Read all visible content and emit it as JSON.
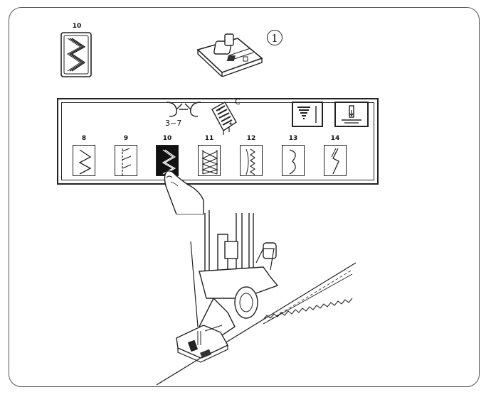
{
  "labels": {
    "selected_pattern_number": "10",
    "foot_number": "1",
    "stitch_width_range": "3~7",
    "needle_plate_letter": "C"
  },
  "patterns": [
    {
      "number": "8",
      "selected": false
    },
    {
      "number": "9",
      "selected": false
    },
    {
      "number": "10",
      "selected": true
    },
    {
      "number": "11",
      "selected": false
    },
    {
      "number": "12",
      "selected": false
    },
    {
      "number": "13",
      "selected": false
    },
    {
      "number": "14",
      "selected": false
    }
  ],
  "icons": {
    "selected_pattern": "triple-zigzag-stitch-icon",
    "presser_foot": "presser-foot-icon",
    "twin_needle": "twin-needle-icon",
    "needle_plate": "needle-plate-icon",
    "tension": "tension-dial-icon",
    "needle_position": "needle-up-down-icon",
    "finger": "finger-pointer-icon"
  },
  "colors": {
    "line": "#222222",
    "selected_key": "#111111"
  }
}
